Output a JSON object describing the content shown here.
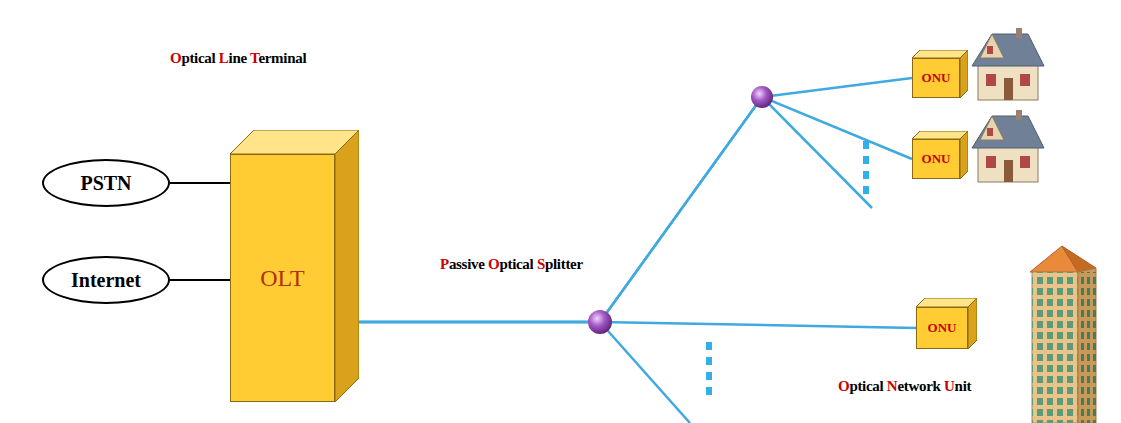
{
  "diagram": {
    "nodes": [
      {
        "text": [
          "PSTN"
        ]
      },
      {
        "text": [
          "Internet"
        ]
      },
      {
        "text": [
          "OLT"
        ]
      },
      {
        "text": [
          "ONU"
        ]
      },
      {
        "text": [
          "ONU"
        ]
      },
      {
        "text": [
          "ONU"
        ]
      }
    ],
    "edges": [
      {
        "from": 0,
        "to": 2,
        "arrow": "none"
      },
      {
        "from": 1,
        "to": 2,
        "arrow": "none"
      },
      {
        "from": 2,
        "to": 3,
        "arrow": "none"
      },
      {
        "from": 2,
        "to": 4,
        "arrow": "none"
      },
      {
        "from": 2,
        "to": 5,
        "arrow": "none"
      }
    ],
    "labels": [
      "Optical Line Terminal",
      "Passive Optical Splitter",
      "Optical Network Unit"
    ]
  }
}
